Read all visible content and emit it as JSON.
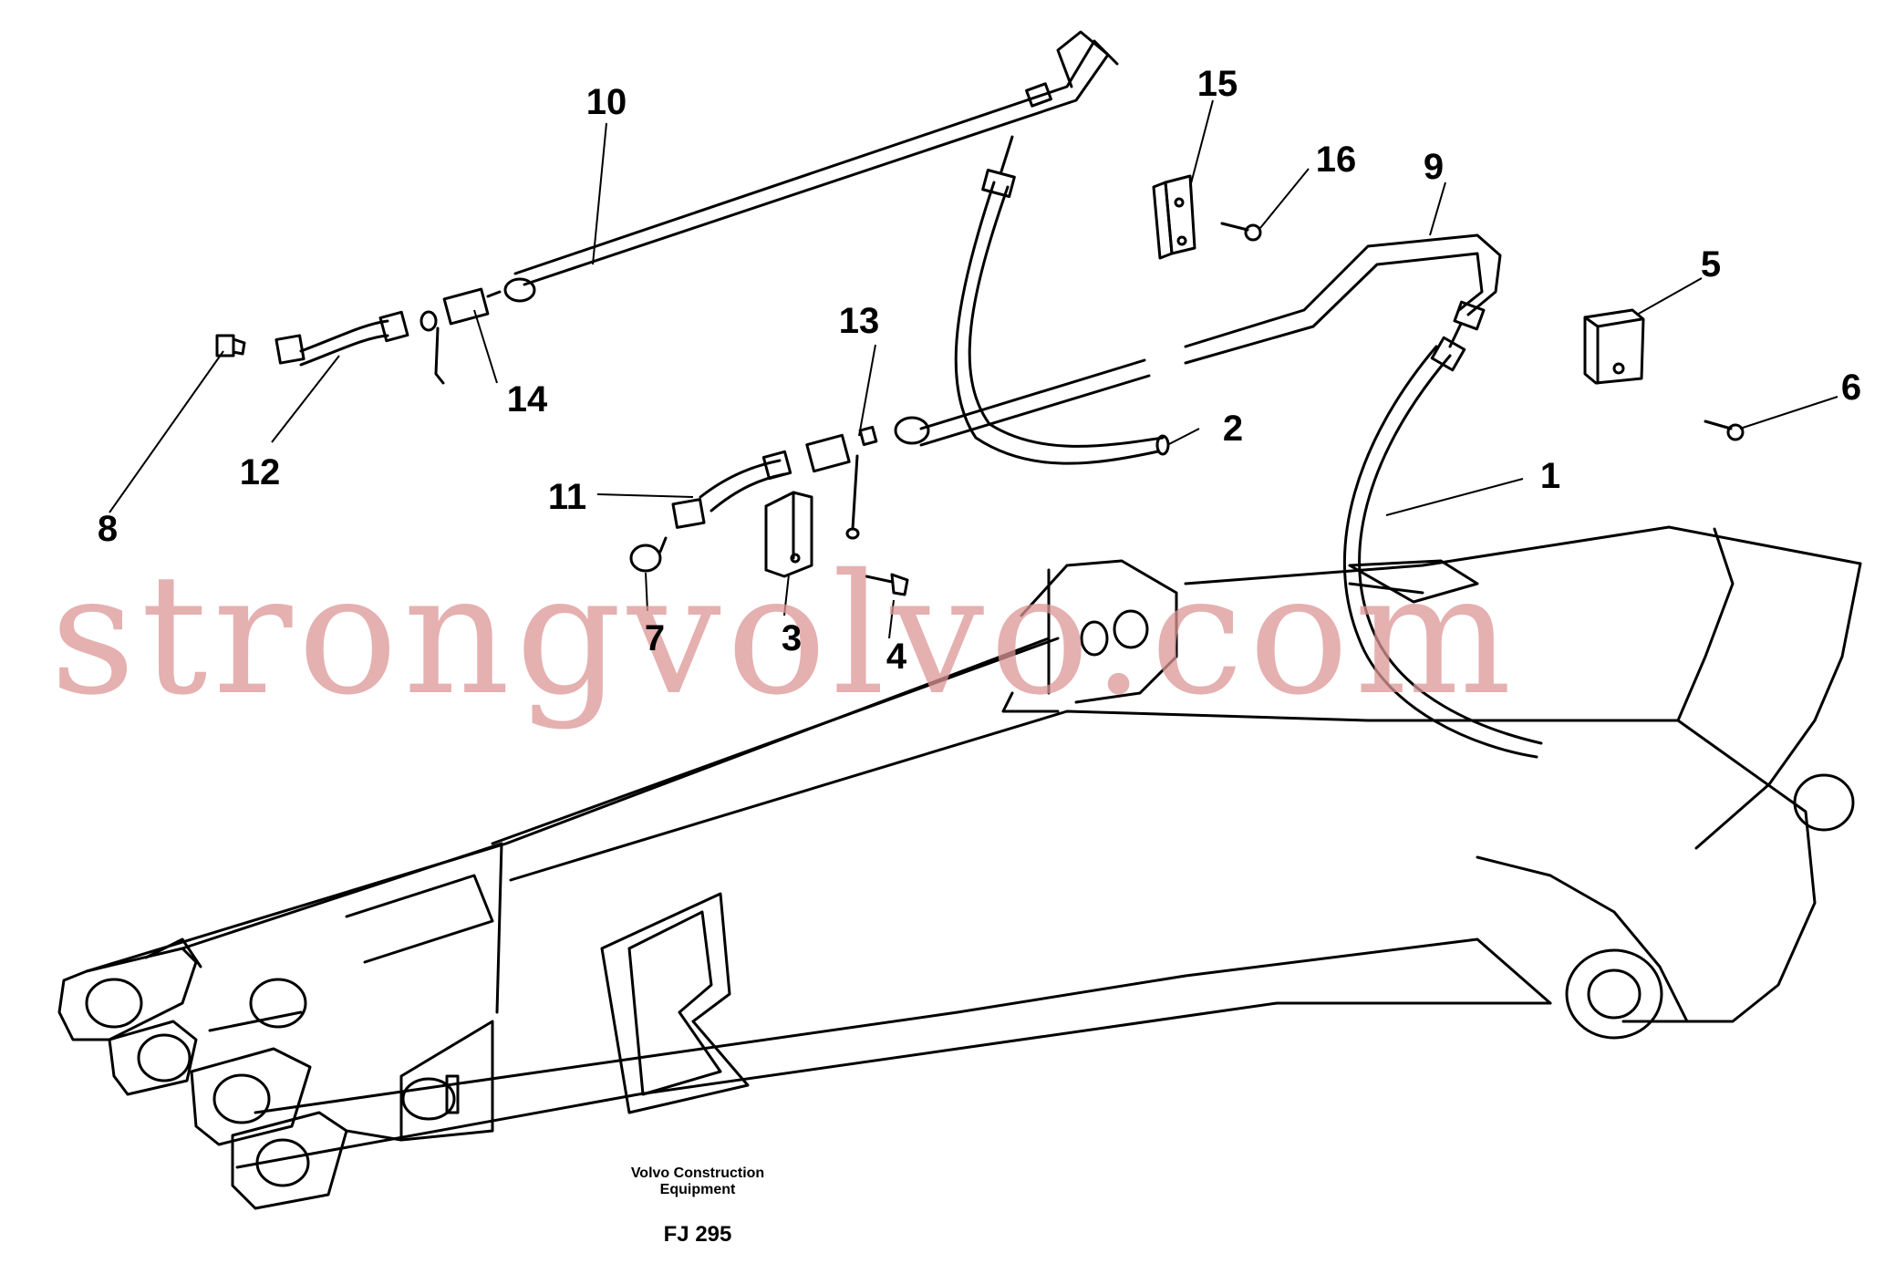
{
  "colors": {
    "line": "#000000",
    "watermark": "#e29a9a",
    "background": "#ffffff"
  },
  "callouts": [
    {
      "id": "1",
      "label": "1"
    },
    {
      "id": "2",
      "label": "2"
    },
    {
      "id": "3",
      "label": "3"
    },
    {
      "id": "4",
      "label": "4"
    },
    {
      "id": "5",
      "label": "5"
    },
    {
      "id": "6",
      "label": "6"
    },
    {
      "id": "7",
      "label": "7"
    },
    {
      "id": "8",
      "label": "8"
    },
    {
      "id": "9",
      "label": "9"
    },
    {
      "id": "10",
      "label": "10"
    },
    {
      "id": "11",
      "label": "11"
    },
    {
      "id": "12",
      "label": "12"
    },
    {
      "id": "13",
      "label": "13"
    },
    {
      "id": "14",
      "label": "14"
    },
    {
      "id": "15",
      "label": "15"
    },
    {
      "id": "16",
      "label": "16"
    }
  ],
  "caption": {
    "line1": "Volvo Construction",
    "line2": "Equipment",
    "code": "FJ 295"
  },
  "watermark": "strongvolvo.com"
}
